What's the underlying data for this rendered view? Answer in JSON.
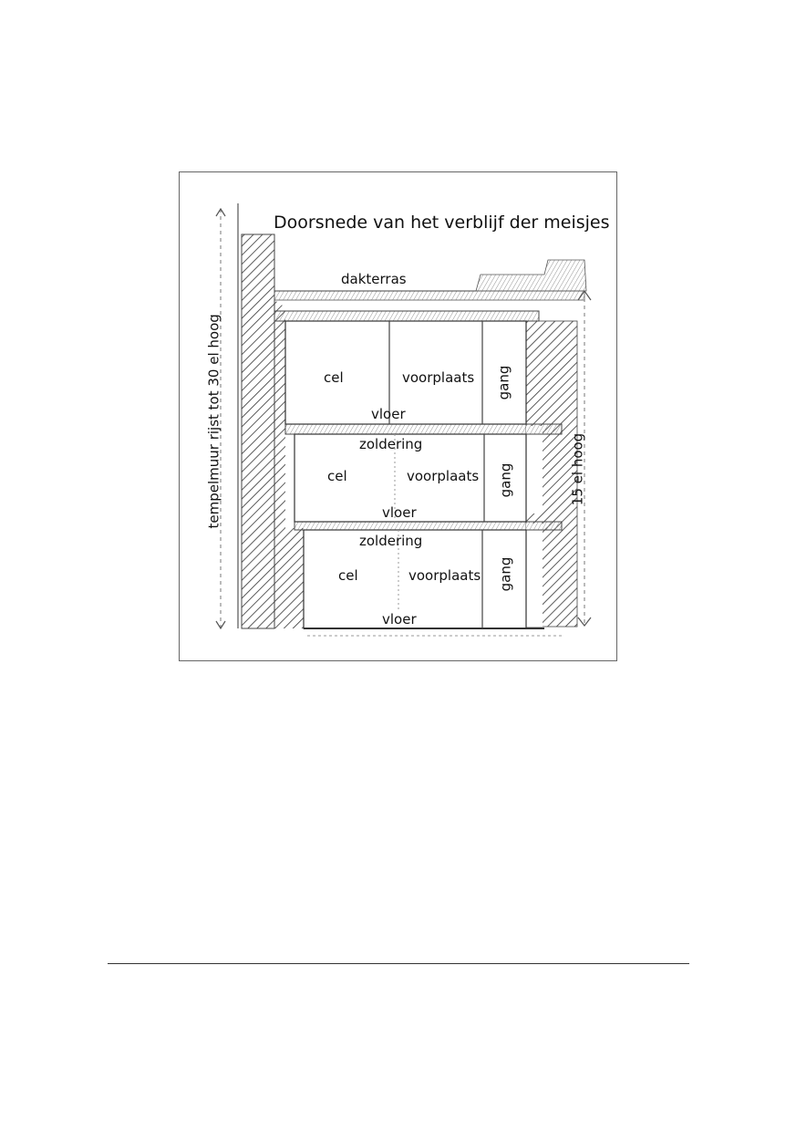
{
  "figure": {
    "title": "Doorsnede van het verblijf der meisjes",
    "roof_label": "dakterras",
    "left_dimension": "tempelmuur rijst tot 30 el hoog",
    "right_dimension": "15 el hoog",
    "floors": [
      {
        "cel": "cel",
        "voorplaats": "voorplaats",
        "gang": "gang",
        "vloer": "vloer"
      },
      {
        "zoldering": "zoldering",
        "cel": "cel",
        "voorplaats": "voorplaats",
        "gang": "gang",
        "vloer": "vloer"
      },
      {
        "zoldering": "zoldering",
        "cel": "cel",
        "voorplaats": "voorplaats",
        "gang": "gang",
        "vloer": "vloer"
      }
    ]
  }
}
